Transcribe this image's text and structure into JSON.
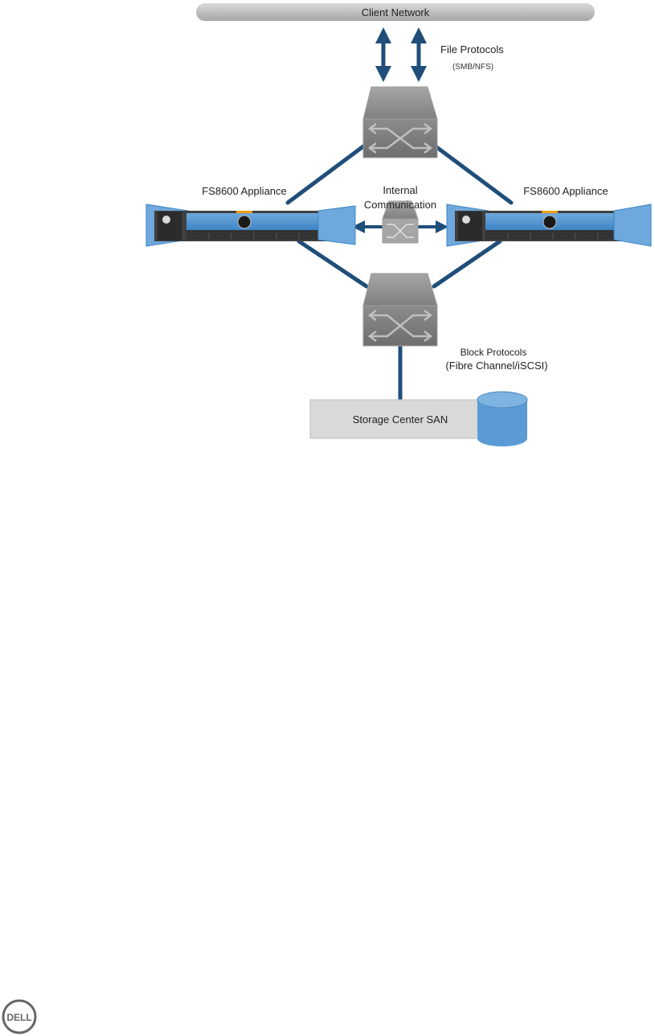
{
  "diagram": {
    "client_network": "Client Network",
    "file_protocols": "File Protocols",
    "file_protocols_sub": "(SMB/NFS)",
    "appliance_left": "FS8600 Appliance",
    "appliance_right": "FS8600 Appliance",
    "internal_line1": "Internal",
    "internal_line2": "Communication",
    "block_protocols": "Block Protocols",
    "block_protocols_sub": "(Fibre Channel/iSCSI)",
    "storage_center": "Storage Center SAN"
  },
  "brand": {
    "logo_text": "DELL"
  },
  "colors": {
    "link": "#1f4e79",
    "server_blue": "#5b9bd5",
    "switch_gray": "#7f7f7f",
    "storage_blue": "#5b9bd5",
    "network_bar": "#bfbfbf"
  }
}
